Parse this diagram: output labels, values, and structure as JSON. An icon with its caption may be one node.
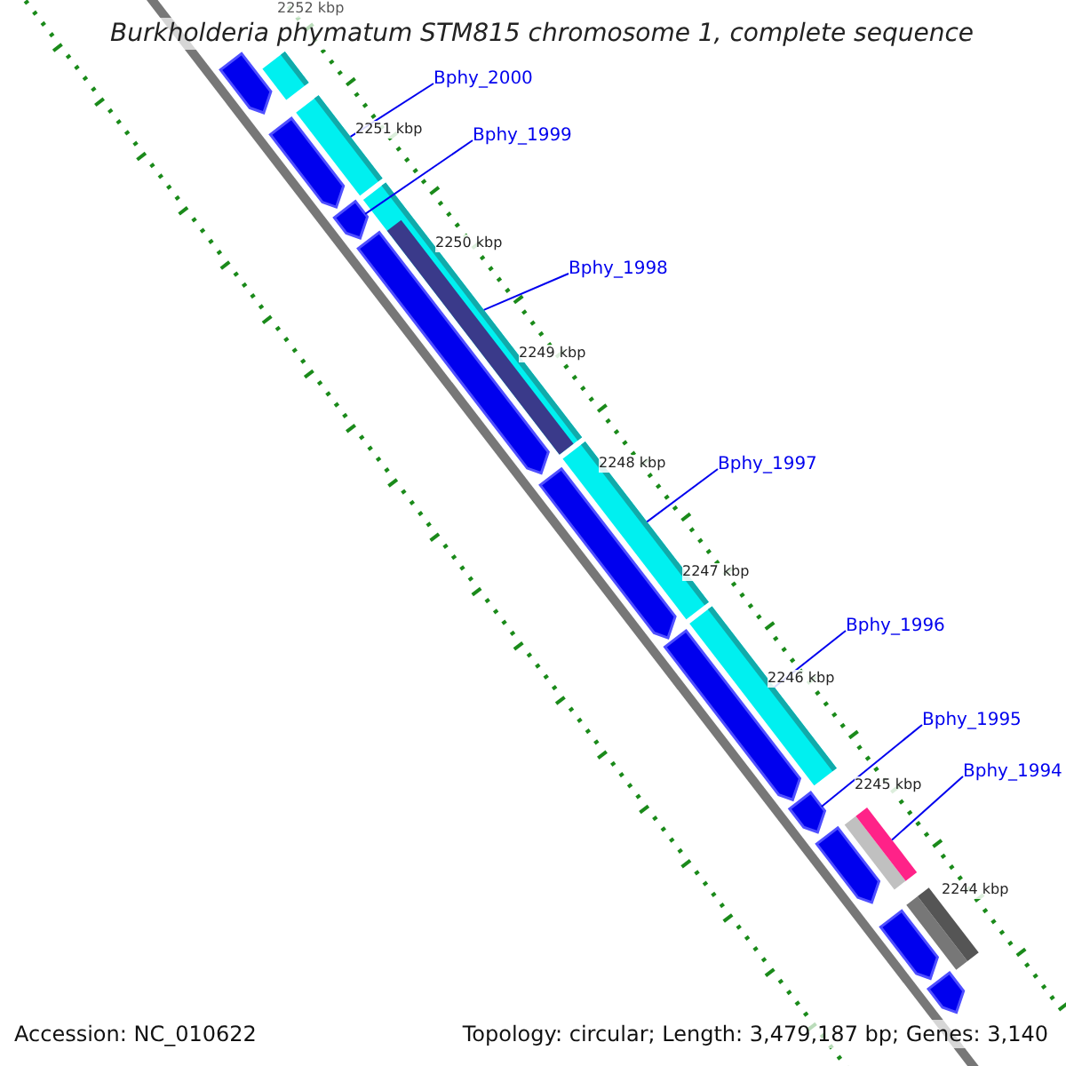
{
  "diagram": {
    "title": "Burkholderia phymatum STM815 chromosome 1, complete sequence",
    "nodes": [
      {
        "text": [
          "Bphy_2000"
        ]
      },
      {
        "text": [
          "Bphy_1999"
        ]
      },
      {
        "text": [
          "Bphy_1998"
        ]
      },
      {
        "text": [
          "Bphy_1997"
        ]
      },
      {
        "text": [
          "Bphy_1996"
        ]
      },
      {
        "text": [
          "Bphy_1995"
        ]
      },
      {
        "text": [
          "Bphy_1994"
        ]
      },
      {
        "text": [],
        "shape": "bar"
      },
      {
        "text": [],
        "shape": "arrow"
      },
      {
        "text": [],
        "shape": "bar"
      },
      {
        "text": [],
        "shape": "bar"
      },
      {
        "text": [],
        "shape": "bar"
      },
      {
        "text": [],
        "shape": "arrow"
      },
      {
        "text": [],
        "shape": "bar"
      },
      {
        "text": [],
        "shape": "bar"
      },
      {
        "text": [],
        "shape": "arrow"
      },
      {
        "text": [],
        "shape": "arrow"
      },
      {
        "text": [],
        "shape": "arrow"
      },
      {
        "text": [],
        "shape": "arrow"
      },
      {
        "text": [],
        "shape": "arrow"
      },
      {
        "text": [],
        "shape": "arrow"
      },
      {
        "text": [],
        "shape": "bar"
      },
      {
        "text": [],
        "shape": "arrow"
      },
      {
        "text": [],
        "shape": "arrow"
      }
    ],
    "edges": [
      {
        "from": 0,
        "to": 7,
        "arrow": "none"
      },
      {
        "from": 1,
        "to": 8,
        "arrow": "none"
      },
      {
        "from": 2,
        "to": 9,
        "arrow": "none"
      },
      {
        "from": 3,
        "to": 10,
        "arrow": "none"
      },
      {
        "from": 4,
        "to": 11,
        "arrow": "none"
      },
      {
        "from": 5,
        "to": 12,
        "arrow": "none"
      },
      {
        "from": 6,
        "to": 13,
        "arrow": "none"
      }
    ],
    "labels": [
      "2252 kbp",
      "2251 kbp",
      "2250 kbp",
      "2249 kbp",
      "2248 kbp",
      "2247 kbp",
      "2246 kbp",
      "2245 kbp",
      "2244 kbp",
      "Accession: NC_010622",
      "Topology: circular; Length: 3,479,187 bp; Genes: 3,140"
    ]
  }
}
